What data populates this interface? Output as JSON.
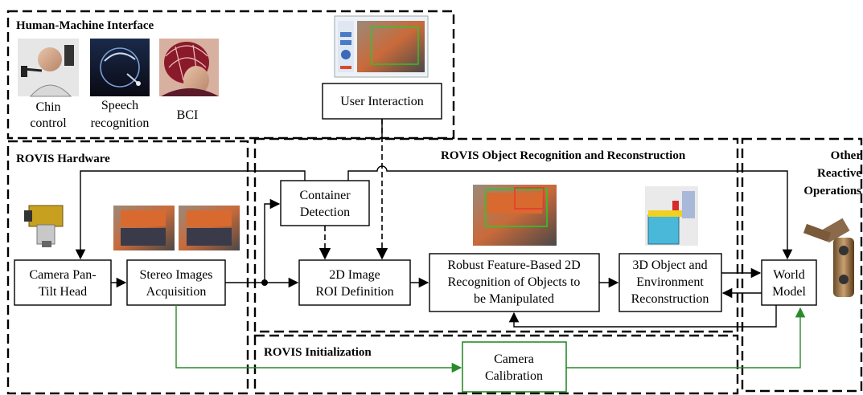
{
  "regions": {
    "hmi": "Human-Machine Interface",
    "hardware": "ROVIS Hardware",
    "recognition": "ROVIS Object Recognition and Reconstruction",
    "other_line1": "Other",
    "other_line2": "Reactive",
    "other_line3": "Operations",
    "initialization": "ROVIS Initialization"
  },
  "hmi_items": {
    "chin_line1": "Chin",
    "chin_line2": "control",
    "speech_line1": "Speech",
    "speech_line2": "recognition",
    "bci": "BCI"
  },
  "blocks": {
    "user_interaction": "User Interaction",
    "container_line1": "Container",
    "container_line2": "Detection",
    "camera_head_line1": "Camera Pan-",
    "camera_head_line2": "Tilt Head",
    "stereo_line1": "Stereo Images",
    "stereo_line2": "Acquisition",
    "roi_line1": "2D Image",
    "roi_line2": "ROI Definition",
    "feature_line1": "Robust Feature-Based 2D",
    "feature_line2": "Recognition of Objects to",
    "feature_line3": "be Manipulated",
    "recon_line1": "3D Object and",
    "recon_line2": "Environment",
    "recon_line3": "Reconstruction",
    "world_line1": "World",
    "world_line2": "Model",
    "calib_line1": "Camera",
    "calib_line2": "Calibration"
  },
  "colors": {
    "calibration_path": "#2a8a2a",
    "default_stroke": "#000000"
  }
}
